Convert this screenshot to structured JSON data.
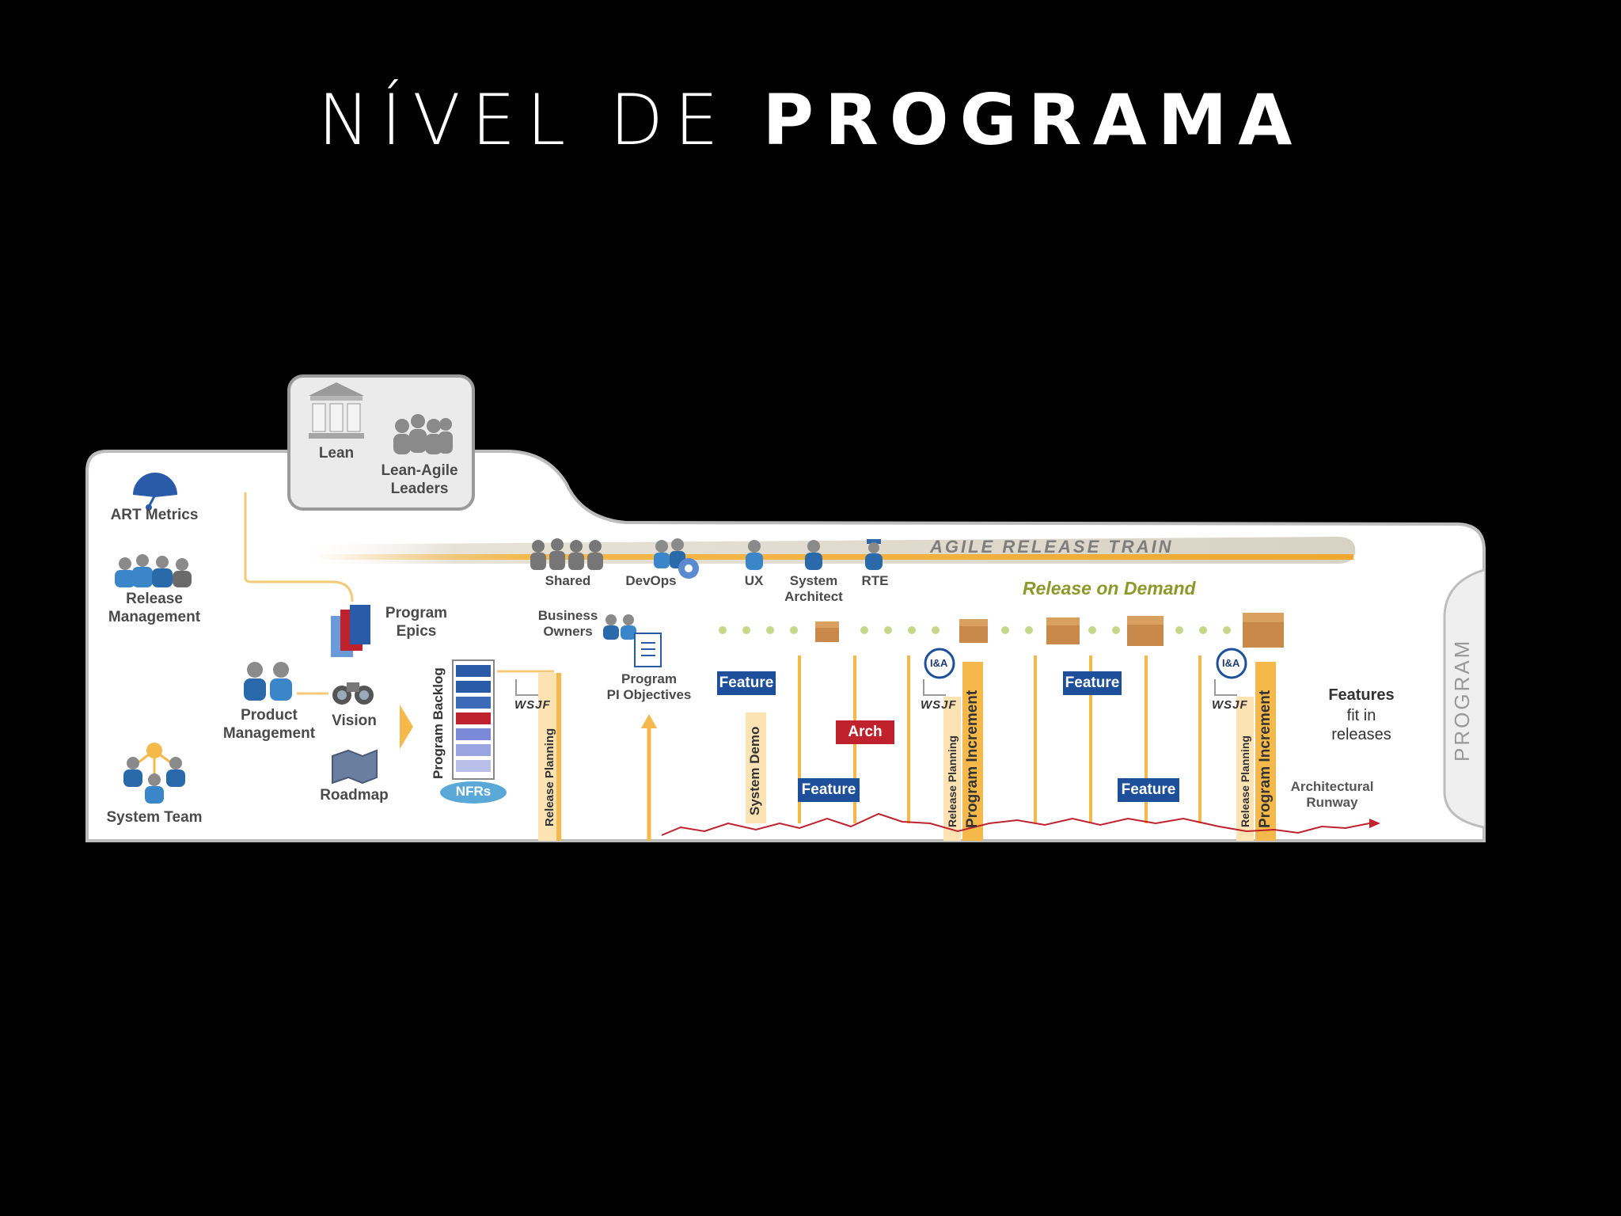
{
  "title": {
    "light": "NÍVEL DE",
    "bold": "PROGRAMA"
  },
  "diagram": {
    "lean": "Lean",
    "lean_agile_leaders": "Lean-Agile\nLeaders",
    "art_metrics": "ART Metrics",
    "release_management": "Release\nManagement",
    "system_team": "System Team",
    "product_management": "Product\nManagement",
    "program_epics": "Program\nEpics",
    "vision": "Vision",
    "roadmap": "Roadmap",
    "program_backlog": "Program Backlog",
    "nfrs": "NFRs",
    "wsjf": "WSJF",
    "release_planning": "Release Planning",
    "shared": "Shared",
    "devops": "DevOps",
    "ux": "UX",
    "system_architect": "System\nArchitect",
    "rte": "RTE",
    "agile_release_train": "AGILE RELEASE TRAIN",
    "business_owners": "Business\nOwners",
    "program_pi_objectives": "Program\nPI Objectives",
    "release_on_demand": "Release on Demand",
    "feature": "Feature",
    "arch": "Arch",
    "system_demo": "System Demo",
    "program_increment": "Program Increment",
    "ia": "I&A",
    "features_fit_title": "Features",
    "features_fit_text": "fit in\nreleases",
    "architectural_runway": "Architectural\nRunway",
    "program_tab": "PROGRAM"
  },
  "colors": {
    "background": "#000000",
    "panel": "#ffffff",
    "feature": "#1e4f9a",
    "arch": "#c0222d",
    "flow": "#f5b84a",
    "runway": "#c0222d"
  }
}
